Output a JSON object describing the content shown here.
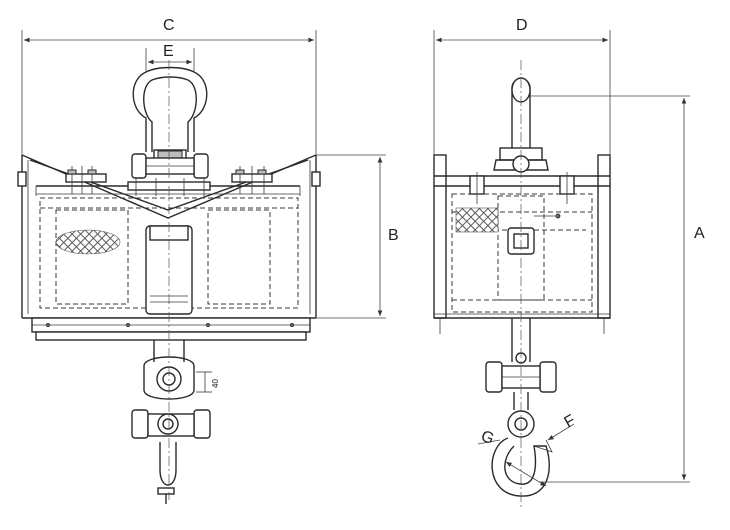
{
  "diagram": {
    "labels": {
      "a": "A",
      "b": "B",
      "c": "C",
      "d": "D",
      "e": "E",
      "f": "F",
      "g": "G",
      "small": "40"
    },
    "colors": {
      "line": "#2a2a2a",
      "mesh": "#6a6a6a",
      "background": "#ffffff"
    }
  }
}
